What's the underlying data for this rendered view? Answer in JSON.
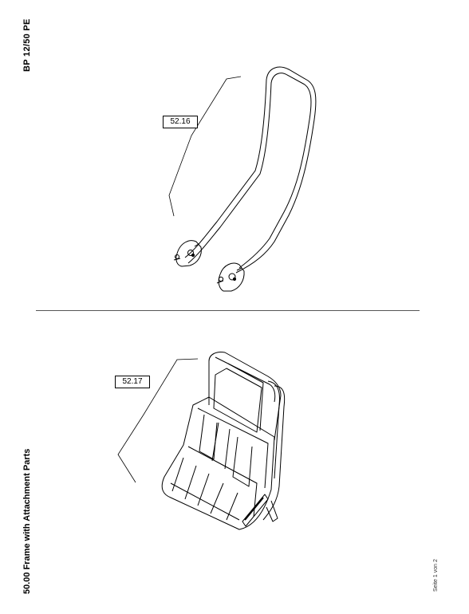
{
  "header": {
    "model": "BP 12/50 PE"
  },
  "section": {
    "title": "50.00 Frame with Attachment Parts"
  },
  "footer": {
    "page": "Seite 1 von 2"
  },
  "callouts": [
    {
      "label": "52.16"
    },
    {
      "label": "52.17"
    }
  ]
}
